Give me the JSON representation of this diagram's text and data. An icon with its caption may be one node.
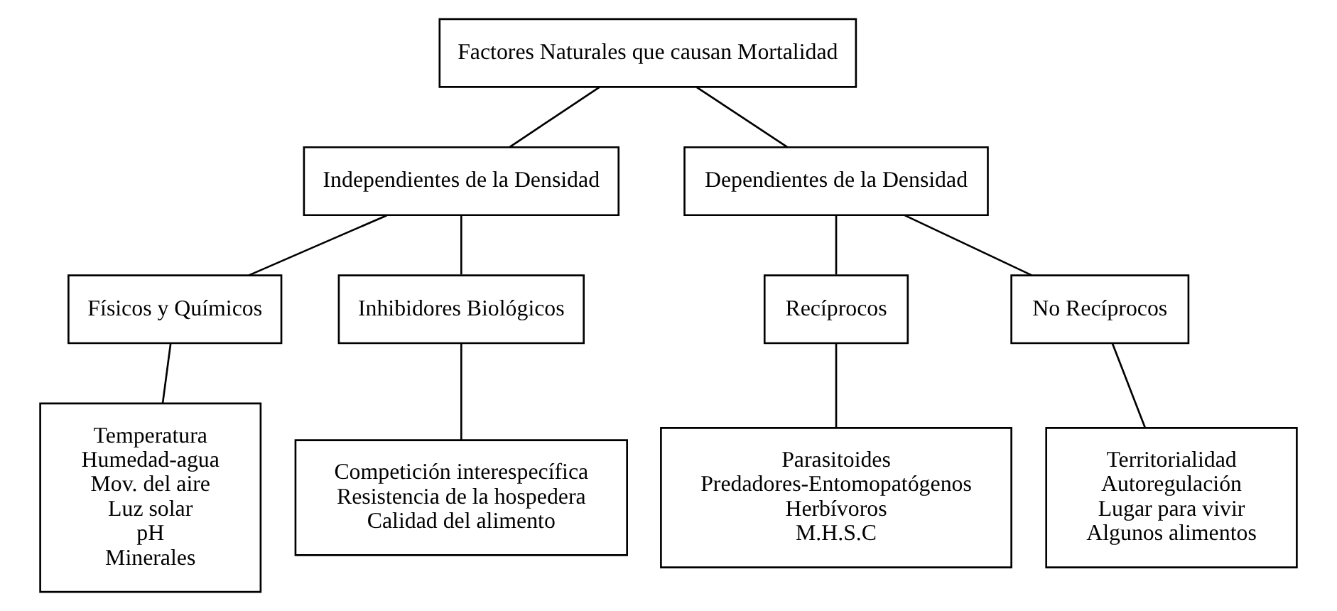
{
  "diagram": {
    "nodes": [
      {
        "text": [
          "Factores Naturales que causan Mortalidad"
        ]
      },
      {
        "text": [
          "Independientes de la Densidad"
        ]
      },
      {
        "text": [
          "Dependientes de la Densidad"
        ]
      },
      {
        "text": [
          "Físicos y Químicos"
        ]
      },
      {
        "text": [
          "Inhibidores Biológicos"
        ]
      },
      {
        "text": [
          "Recíprocos"
        ]
      },
      {
        "text": [
          "No Recíprocos"
        ]
      },
      {
        "text": [
          "Temperatura",
          "Humedad-agua",
          "Mov. del aire",
          "Luz solar",
          "pH",
          "Minerales"
        ]
      },
      {
        "text": [
          "Competición interespecífica",
          "Resistencia de la hospedera",
          "Calidad del alimento"
        ]
      },
      {
        "text": [
          "Parasitoides",
          "Predadores-Entomopatógenos",
          "Herbívoros",
          "M.H.S.C"
        ]
      },
      {
        "text": [
          "Territorialidad",
          "Autoregulación",
          "Lugar para vivir",
          "Algunos alimentos"
        ]
      }
    ],
    "edges": [
      {
        "from": 0,
        "to": 1,
        "arrow": "none"
      },
      {
        "from": 0,
        "to": 2,
        "arrow": "none"
      },
      {
        "from": 1,
        "to": 3,
        "arrow": "none"
      },
      {
        "from": 1,
        "to": 4,
        "arrow": "none"
      },
      {
        "from": 2,
        "to": 5,
        "arrow": "none"
      },
      {
        "from": 2,
        "to": 6,
        "arrow": "none"
      },
      {
        "from": 3,
        "to": 7,
        "arrow": "none"
      },
      {
        "from": 4,
        "to": 8,
        "arrow": "none"
      },
      {
        "from": 5,
        "to": 9,
        "arrow": "none"
      },
      {
        "from": 6,
        "to": 10,
        "arrow": "none"
      }
    ]
  }
}
